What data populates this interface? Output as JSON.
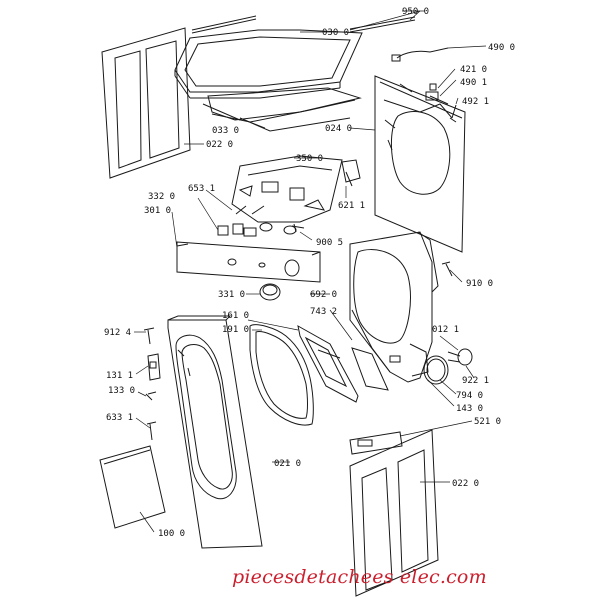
{
  "labels": {
    "p9500": "950 0",
    "p0300": "030 0",
    "p4900": "490 0",
    "p4210": "421 0",
    "p4901": "490 1",
    "p4921": "492 1",
    "p0330": "033 0",
    "p0240": "024 0",
    "p0220a": "022 0",
    "p3500": "350 0",
    "p3320": "332 0",
    "p6531": "653 1",
    "p3010": "301 0",
    "p6211": "621 1",
    "p9005": "900 5",
    "p9100": "910 0",
    "p3310": "331 0",
    "p6920": "692 0",
    "p1610": "161 0",
    "p1910": "191 0",
    "p7432": "743 2",
    "p0121": "012 1",
    "p9124": "912 4",
    "p1311": "131 1",
    "p1330": "133 0",
    "p9221": "922 1",
    "p7940": "794 0",
    "p1430": "143 0",
    "p6331": "633 1",
    "p5210": "521 0",
    "p0210": "021 0",
    "p0220b": "022 0",
    "p1000": "100 0"
  },
  "watermark": "piecesdetachees elec.com",
  "colors": {
    "line": "#1a1a1a",
    "watermark": "#cc1f2e"
  }
}
